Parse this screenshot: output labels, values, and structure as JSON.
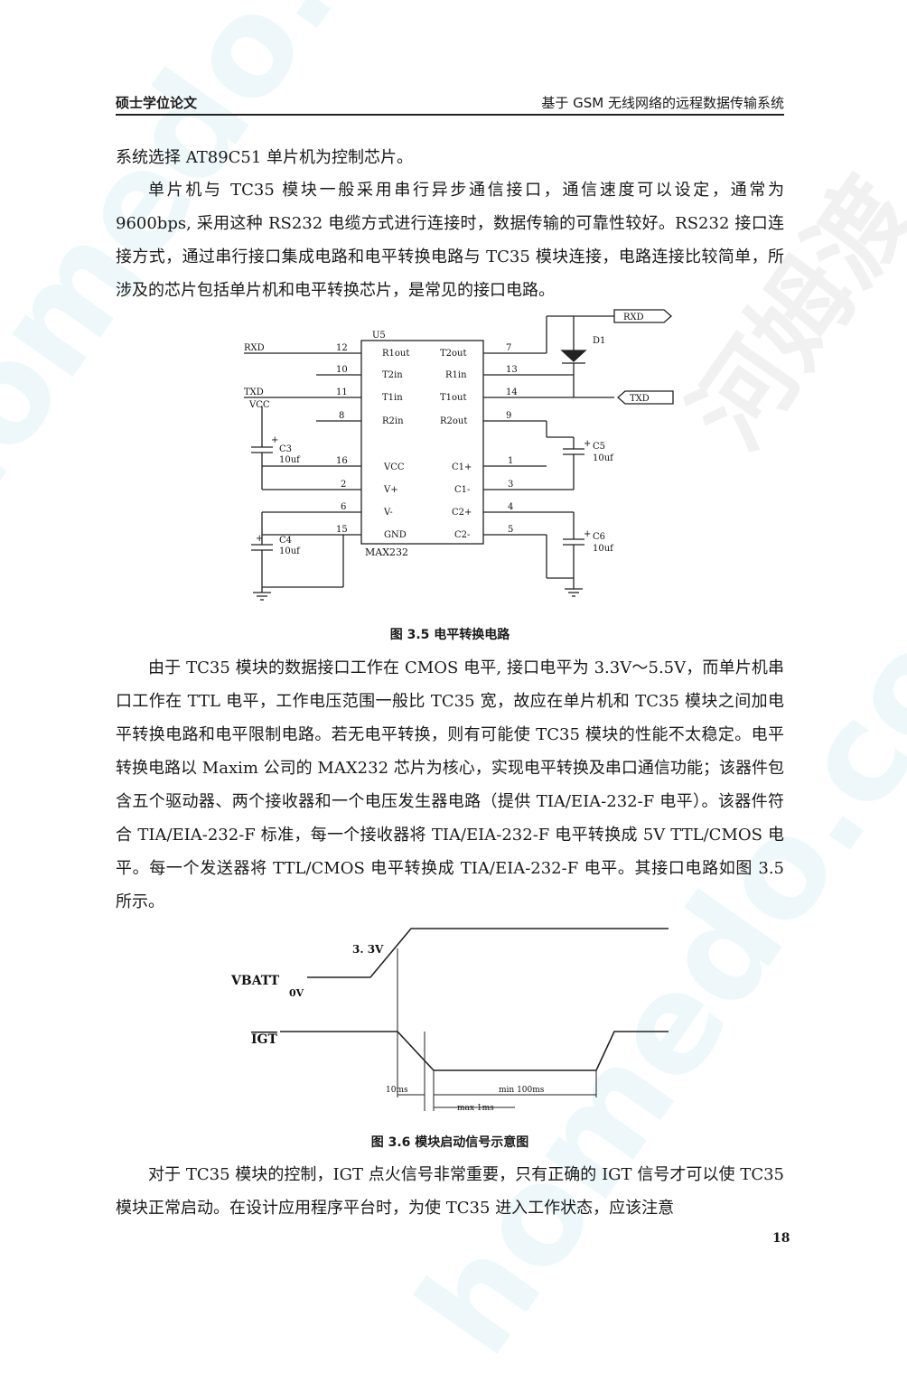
{
  "header": {
    "left": "硕士学位论文",
    "right": "基于 GSM 无线网络的远程数据传输系统"
  },
  "paragraphs": {
    "p1": "系统选择 AT89C51 单片机为控制芯片。",
    "p2": "单片机与 TC35 模块一般采用串行异步通信接口，通信速度可以设定，通常为 9600bps, 采用这种 RS232 电缆方式进行连接时，数据传输的可靠性较好。RS232 接口连接方式，通过串行接口集成电路和电平转换电路与 TC35 模块连接，电路连接比较简单，所涉及的芯片包括单片机和电平转换芯片，是常见的接口电路。",
    "p3": "由于 TC35 模块的数据接口工作在 CMOS 电平, 接口电平为 3.3V～5.5V，而单片机串口工作在 TTL 电平，工作电压范围一般比 TC35 宽，故应在单片机和 TC35 模块之间加电平转换电路和电平限制电路。若无电平转换，则有可能使 TC35 模块的性能不太稳定。电平转换电路以 Maxim 公司的 MAX232 芯片为核心，实现电平转换及串口通信功能；该器件包含五个驱动器、两个接收器和一个电压发生器电路（提供 TIA/EIA-232-F 电平）。该器件符合 TIA/EIA-232-F 标准，每一个接收器将 TIA/EIA-232-F 电平转换成 5V TTL/CMOS 电平。每一个发送器将 TTL/CMOS 电平转换成 TIA/EIA-232-F 电平。其接口电路如图 3.5 所示。",
    "p4": "对于 TC35 模块的控制，IGT 点火信号非常重要，只有正确的 IGT 信号才可以使 TC35 模块正常启动。在设计应用程序平台时，为使 TC35 进入工作状态，应该注意"
  },
  "figure_35": {
    "caption": "图 3.5 电平转换电路",
    "chip_ref": "U5",
    "chip_name": "MAX232",
    "left_pins": [
      {
        "num": "12",
        "name": "R1out"
      },
      {
        "num": "10",
        "name": "T2in"
      },
      {
        "num": "11",
        "name": "T1in"
      },
      {
        "num": "8",
        "name": "R2in"
      },
      {
        "num": "16",
        "name": "VCC"
      },
      {
        "num": "2",
        "name": "V+"
      },
      {
        "num": "6",
        "name": "V-"
      },
      {
        "num": "15",
        "name": "GND"
      }
    ],
    "right_pins": [
      {
        "num": "7",
        "name": "T2out"
      },
      {
        "num": "13",
        "name": "R1in"
      },
      {
        "num": "14",
        "name": "T1out"
      },
      {
        "num": "9",
        "name": "R2out"
      },
      {
        "num": "1",
        "name": "C1+"
      },
      {
        "num": "3",
        "name": "C1-"
      },
      {
        "num": "4",
        "name": "C2+"
      },
      {
        "num": "5",
        "name": "C2-"
      }
    ],
    "net_rxd_left": "RXD",
    "net_txd_left": "TXD",
    "net_vcc": "VCC",
    "net_rxd_right": "RXD",
    "net_txd_right": "TXD",
    "diode": "D1",
    "c3_ref": "C3",
    "c3_val": "10uf",
    "c4_ref": "C4",
    "c4_val": "10uf",
    "c5_ref": "C5",
    "c5_val": "10uf",
    "c6_ref": "C6",
    "c6_val": "10uf",
    "cap_plus": "+"
  },
  "figure_36": {
    "caption": "图 3.6 模块启动信号示意图",
    "vbatt": "VBATT",
    "v33": "3. 3V",
    "v0": "0V",
    "igt": "IGT",
    "t10": "10ms",
    "tmin": "min 100ms",
    "tmax": "max 1ms"
  },
  "page_number": "18",
  "watermarks": {
    "w1": "homedo.com",
    "w2": "homedo.com",
    "w3": "河姆渡"
  }
}
